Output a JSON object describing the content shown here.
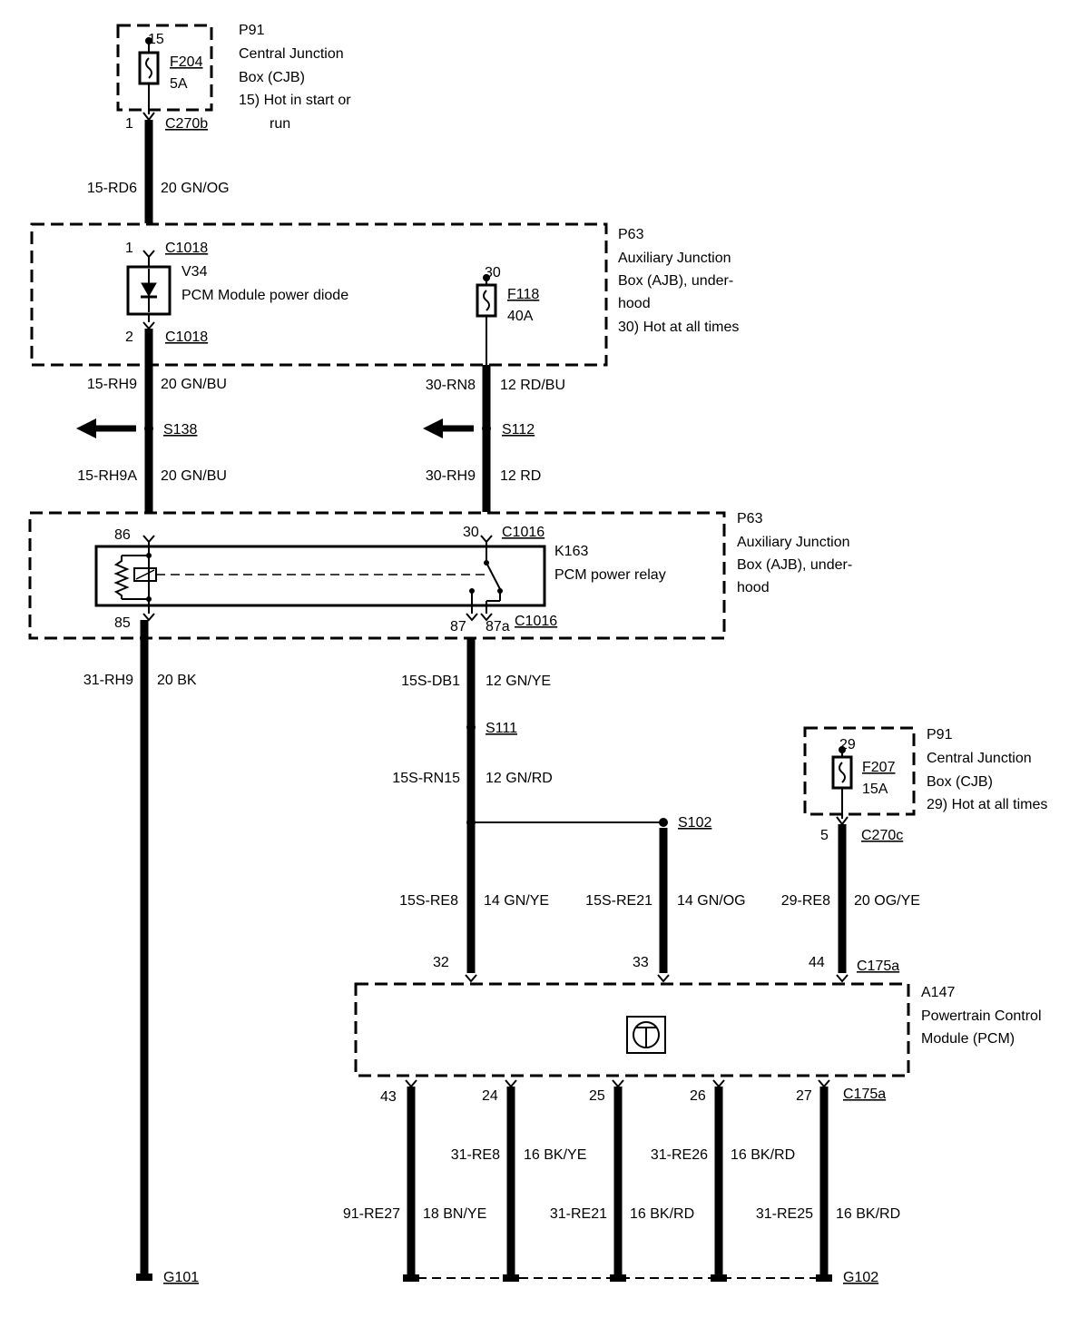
{
  "cjb_top": {
    "ref": "P91",
    "lines": [
      "Central Junction",
      "Box (CJB)",
      "15)  Hot in start or",
      "run"
    ],
    "cavity": "15",
    "fuse": "F204",
    "amps": "5A",
    "pin": "1",
    "connector": "C270b"
  },
  "wire_15rd6": {
    "circuit": "15-RD6",
    "gauge_color": "20 GN/OG"
  },
  "ajb_top": {
    "ref": "P63",
    "lines": [
      "Auxiliary Junction",
      "Box (AJB), under-",
      "hood",
      "30)  Hot at all times"
    ],
    "diode_ref": "V34",
    "diode_name": "PCM Module power diode",
    "pin_in": "1",
    "conn_in": "C1018",
    "pin_out": "2",
    "conn_out": "C1018",
    "cavity": "30",
    "fuse": "F118",
    "amps": "40A"
  },
  "wire_15rh9": {
    "circuit": "15-RH9",
    "gauge_color": "20 GN/BU"
  },
  "wire_30rn8": {
    "circuit": "30-RN8",
    "gauge_color": "12 RD/BU"
  },
  "splice_s138": "S138",
  "splice_s112": "S112",
  "wire_15rh9a": {
    "circuit": "15-RH9A",
    "gauge_color": "20 GN/BU"
  },
  "wire_30rh9": {
    "circuit": "30-RH9",
    "gauge_color": "12 RD"
  },
  "ajb_relay": {
    "ref": "P63",
    "lines": [
      "Auxiliary Junction",
      "Box (AJB), under-",
      "hood"
    ],
    "relay_ref": "K163",
    "relay_name": "PCM power relay",
    "pin86": "86",
    "pin30": "30",
    "conn_top": "C1016",
    "pin85": "85",
    "pin87": "87",
    "pin87a": "87a",
    "conn_bottom": "C1016"
  },
  "wire_31rh9": {
    "circuit": "31-RH9",
    "gauge_color": "20 BK"
  },
  "wire_15sdb1": {
    "circuit": "15S-DB1",
    "gauge_color": "12 GN/YE"
  },
  "splice_s111": "S111",
  "wire_15srn15": {
    "circuit": "15S-RN15",
    "gauge_color": "12 GN/RD"
  },
  "splice_s102": "S102",
  "cjb_bottom": {
    "ref": "P91",
    "lines": [
      "Central Junction",
      "Box (CJB)",
      "29)  Hot at all times"
    ],
    "cavity": "29",
    "fuse": "F207",
    "amps": "15A",
    "pin": "5",
    "connector": "C270c"
  },
  "wire_15sre8": {
    "circuit": "15S-RE8",
    "gauge_color": "14 GN/YE"
  },
  "wire_15sre21": {
    "circuit": "15S-RE21",
    "gauge_color": "14 GN/OG"
  },
  "wire_29re8": {
    "circuit": "29-RE8",
    "gauge_color": "20 OG/YE"
  },
  "pcm": {
    "ref": "A147",
    "lines": [
      "Powertrain Control",
      "Module (PCM)"
    ],
    "pin_in_1": "32",
    "pin_in_2": "33",
    "pin_in_3": "44",
    "conn_in": "C175a",
    "pin_out_1": "43",
    "pin_out_2": "24",
    "pin_out_3": "25",
    "pin_out_4": "26",
    "pin_out_5": "27",
    "conn_out": "C175a"
  },
  "wire_31re8": {
    "circuit": "31-RE8",
    "gauge_color": "16 BK/YE"
  },
  "wire_31re26": {
    "circuit": "31-RE26",
    "gauge_color": "16 BK/RD"
  },
  "wire_91re27": {
    "circuit": "91-RE27",
    "gauge_color": "18 BN/YE"
  },
  "wire_31re21": {
    "circuit": "31-RE21",
    "gauge_color": "16 BK/RD"
  },
  "wire_31re25": {
    "circuit": "31-RE25",
    "gauge_color": "16 BK/RD"
  },
  "ground_g101": "G101",
  "ground_g102": "G102"
}
